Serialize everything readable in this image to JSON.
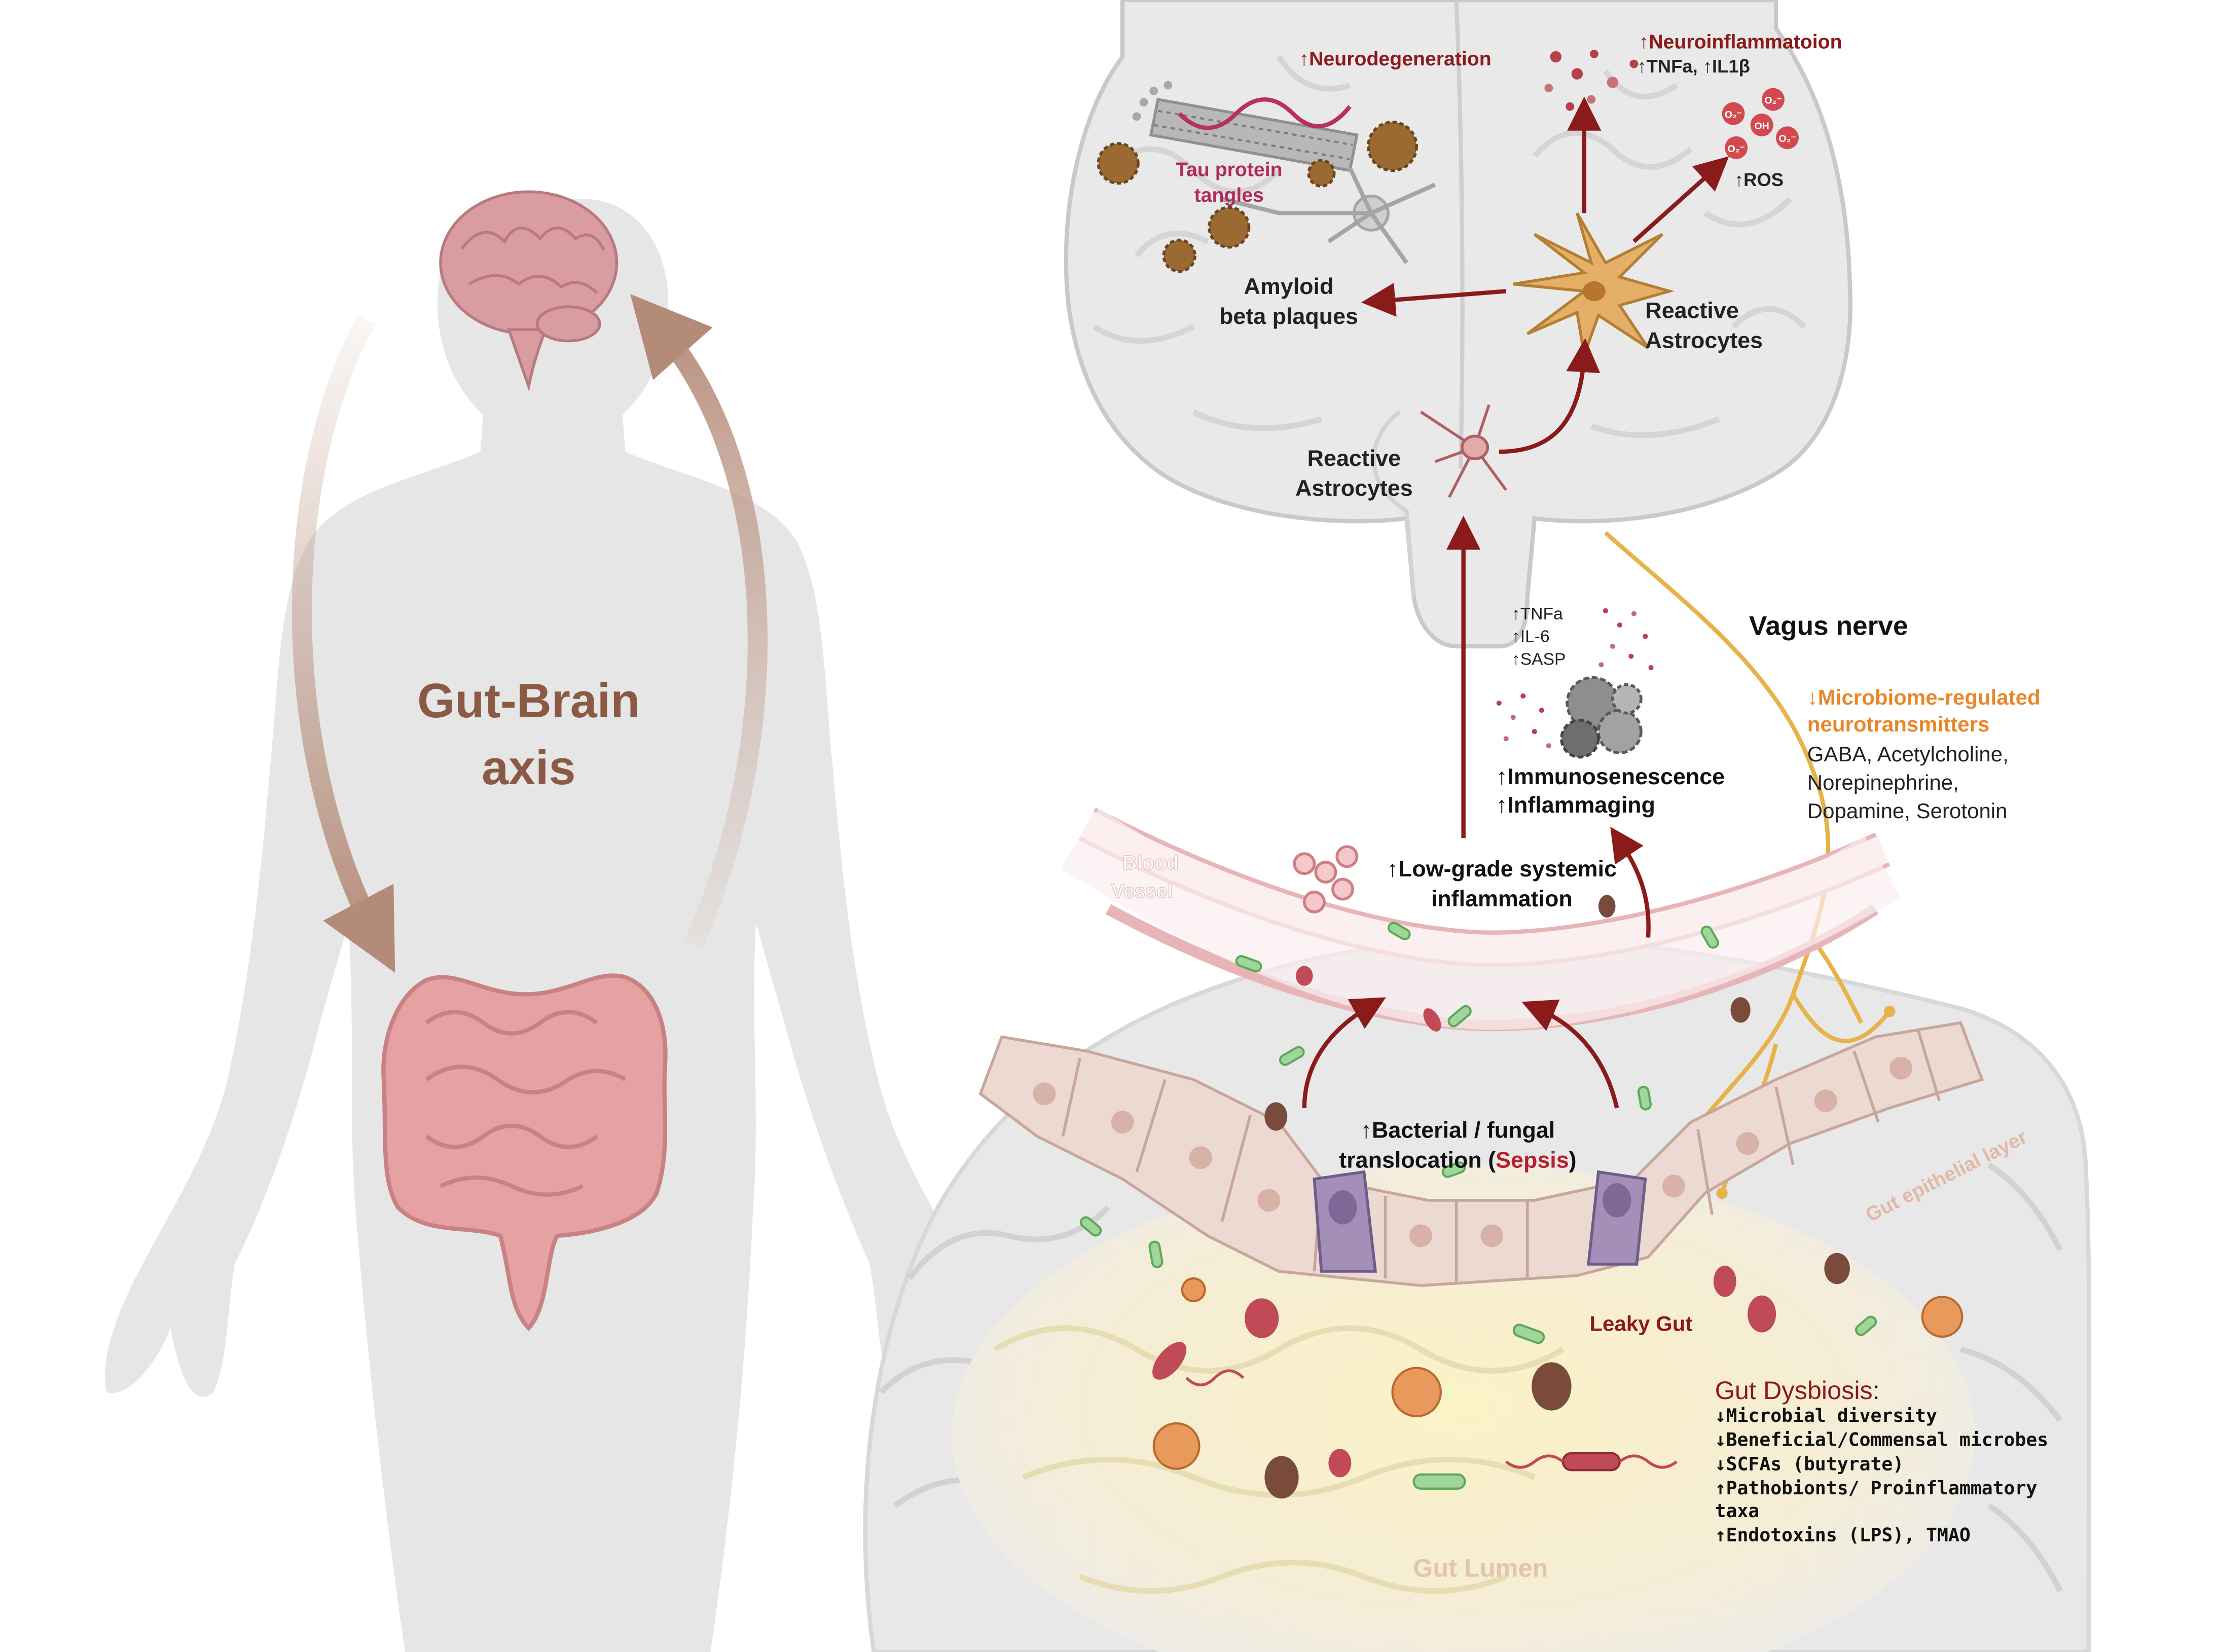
{
  "colors": {
    "dark_red": "#8b1a1a",
    "orange": "#e8872a",
    "brown": "#8b5a44",
    "gut_pink": "#e2a3a0",
    "vessel_pink": "#e8b4b8",
    "nerve_yellow": "#e6b34a",
    "epithelium": "#ecd9d1",
    "lumen": "#f6edc4",
    "body_grey": "#e4e4e4"
  },
  "icons": [
    "brain-icon",
    "intestine-icon",
    "astrocyte-icon",
    "neuron-icon",
    "amyloid-plaque-icon",
    "tau-fibril-icon",
    "ros-molecule-icon",
    "senescent-cell-icon",
    "bacteria-icon",
    "goblet-cell-icon"
  ],
  "axis": {
    "line1": "Gut-Brain",
    "line2": "axis"
  },
  "brain": {
    "neurodegeneration": "↑Neurodegeneration",
    "neuroinflammation": "↑Neuroinflammatoion",
    "cytokines": "↑TNFa, ↑IL1β",
    "ros": "↑ROS",
    "tau_line1": "Tau protein",
    "tau_line2": "tangles",
    "amyloid_line1": "Amyloid",
    "amyloid_line2": "beta plaques",
    "astro_upper_line1": "Reactive",
    "astro_upper_line2": "Astrocytes",
    "astro_lower_line1": "Reactive",
    "astro_lower_line2": "Astrocytes",
    "ros_symbols": [
      "O₂⁻",
      "O₂⁻",
      "OH",
      "O₂⁻",
      "O₂⁻"
    ]
  },
  "systemic": {
    "tnfa": "↑TNFa",
    "il6": "↑IL-6",
    "sasp": "↑SASP",
    "immunosenescence": "↑Immunosenescence",
    "inflammaging": "↑Inflammaging",
    "lowgrade_line1": "↑Low-grade systemic",
    "lowgrade_line2": "inflammation",
    "blood_line1": "Blood",
    "blood_line2": "Vessel"
  },
  "vagus": {
    "title": "Vagus nerve",
    "nt_head_line1": "↓Microbiome-regulated",
    "nt_head_line2": "neurotransmitters",
    "nt_line1": "GABA, Acetylcholine,",
    "nt_line2": "Norepinephrine,",
    "nt_line3": "Dopamine, Serotonin"
  },
  "gut": {
    "translocation_line1": "↑Bacterial / fungal",
    "translocation_line2a": "translocation (",
    "sepsis": "Sepsis",
    "translocation_line2b": ")",
    "epithelial": "Gut epithelial layer",
    "leaky": "Leaky Gut",
    "lumen": "Gut Lumen",
    "dysbiosis_title": "Gut Dysbiosis",
    "dysbiosis_colon": ":",
    "dysbiosis_items": [
      "↓Microbial diversity",
      "↓Beneficial/Commensal microbes",
      "↓SCFAs (butyrate)",
      "↑Pathobionts/ Proinflammatory",
      "taxa",
      "↑Endotoxins (LPS), TMAO"
    ]
  }
}
